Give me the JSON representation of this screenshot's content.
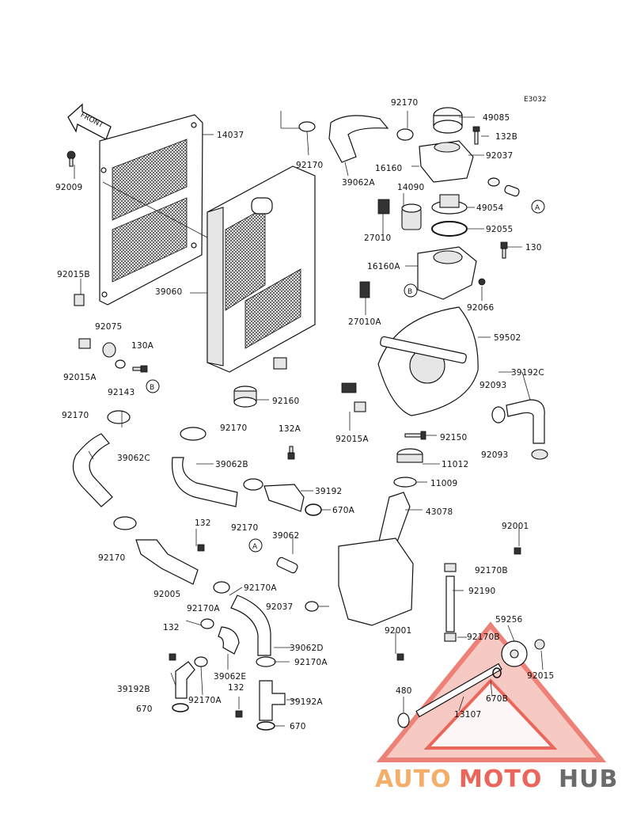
{
  "diagram_code": "E3032",
  "front_arrow_text": "FRONT",
  "ref_markers": {
    "a": "A",
    "b": "B"
  },
  "labels": {
    "p14037": "14037",
    "p92009": "92009",
    "p92015B": "92015B",
    "p39060": "39060",
    "p92075": "92075",
    "p130A": "130A",
    "p92015A_l": "92015A",
    "p92143": "92143",
    "p92170_top1": "92170",
    "p92170_top2": "92170",
    "p39062A": "39062A",
    "p49085": "49085",
    "p132B": "132B",
    "p92037_r": "92037",
    "p16160": "16160",
    "p14090": "14090",
    "p49054": "49054",
    "p27010": "27010",
    "p92055": "92055",
    "p130": "130",
    "p16160A": "16160A",
    "p92066": "92066",
    "p27010A": "27010A",
    "p59502": "59502",
    "p39192C": "39192C",
    "p92093_a": "92093",
    "p92093_b": "92093",
    "p92160": "92160",
    "p92170_l": "92170",
    "p92170_m": "92170",
    "p92015A_r": "92015A",
    "p92150": "92150",
    "p132A": "132A",
    "p39062C": "39062C",
    "p39062B": "39062B",
    "p11012": "11012",
    "p11009": "11009",
    "p39192": "39192",
    "p670A": "670A",
    "p92170_c": "92170",
    "p43078": "43078",
    "p132_a": "132",
    "p92001_a": "92001",
    "p39062": "39062",
    "p92170_ll": "92170",
    "p92005": "92005",
    "p92170A_a": "92170A",
    "p92170B_a": "92170B",
    "p92190": "92190",
    "p92037_d": "92037",
    "p92170A_b": "92170A",
    "p132_b": "132",
    "p39062D": "39062D",
    "p92001_b": "92001",
    "p92170B_b": "92170B",
    "p59256": "59256",
    "p92170A_c": "92170A",
    "p39062E": "39062E",
    "p92015": "92015",
    "p39192B": "39192B",
    "p92170A_d": "92170A",
    "p132_c": "132",
    "p39192A": "39192A",
    "p670_a": "670",
    "p670_b": "670",
    "p480": "480",
    "p670B": "670B",
    "p13107": "13107"
  },
  "watermark": {
    "part1": "AUTO",
    "part2": "MOTO",
    "part3": "HUB"
  },
  "colors": {
    "watermark_orange": "#f2a65a",
    "watermark_red": "#e8564a",
    "watermark_grey": "#5b5b5b",
    "triangle_fill": "#f3b7b0",
    "triangle_stroke": "#e8564a"
  }
}
